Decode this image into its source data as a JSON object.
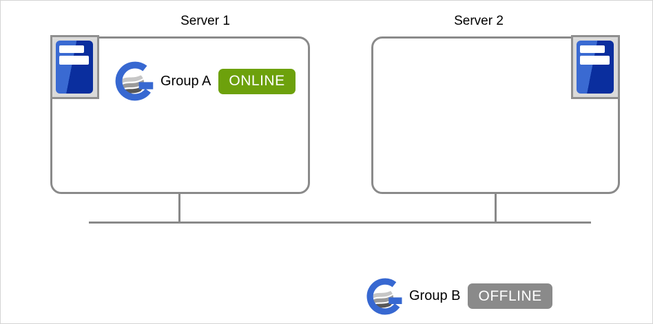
{
  "servers": [
    {
      "label": "Server 1",
      "groups": [
        {
          "name": "Group A",
          "status": "ONLINE",
          "status_color": "#6da10c",
          "status_text_color": "#ffffff"
        }
      ]
    },
    {
      "label": "Server 2",
      "groups": []
    }
  ],
  "unassigned_group": {
    "name": "Group B",
    "status": "OFFLINE",
    "status_color": "#8a8a8a",
    "status_text_color": "#ffffff"
  },
  "icons": {
    "server": "server-tower-icon",
    "group": "group-globe-icon"
  },
  "colors": {
    "server_box_border": "#8a8a8a",
    "connector_line": "#898989",
    "canvas_border": "#d4d4d4",
    "server_icon_backdrop": "#dadada",
    "server_icon_frame": "#8f8f8f",
    "tower_light_blue": "#3a6ad2",
    "tower_dark_blue": "#0a2e9e",
    "group_ring_blue": "#3768d1"
  }
}
